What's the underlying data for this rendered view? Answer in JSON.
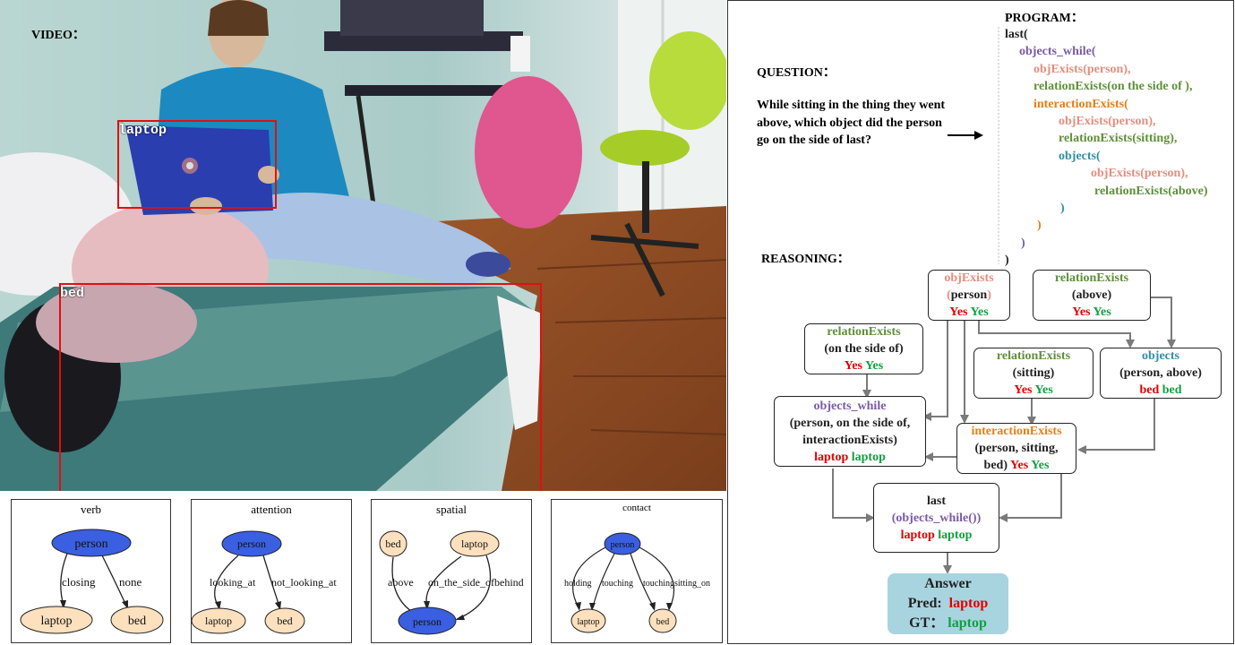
{
  "video": {
    "label": "VIDEO：",
    "boxes": [
      {
        "label": "laptop"
      },
      {
        "label": "bed"
      }
    ]
  },
  "question": {
    "label": "QUESTION：",
    "text": "While sitting in the thing they went above, which object did the person go on the side of last?"
  },
  "program": {
    "label": "PROGRAM：",
    "lines": [
      "last(",
      "objects_while(",
      "objExists(person),",
      "relationExists(on the side of ),",
      "interactionExists(",
      "objExists(person),",
      "relationExists(sitting),",
      "objects(",
      "objExists(person),",
      "relationExists(above)",
      ")",
      ")",
      ")",
      ")"
    ]
  },
  "reasoning": {
    "label": "REASONING：",
    "nodes": {
      "obj_exists": {
        "name": "objExists",
        "args": "(person)",
        "pred": "Yes",
        "gt": "Yes"
      },
      "rel_above": {
        "name": "relationExists",
        "args": "(above)",
        "pred": "Yes",
        "gt": "Yes"
      },
      "rel_side": {
        "name": "relationExists",
        "args": "(on the side of)",
        "pred": "Yes",
        "gt": "Yes"
      },
      "rel_sitting": {
        "name": "relationExists",
        "args": "(sitting)",
        "pred": "Yes",
        "gt": "Yes"
      },
      "objects": {
        "name": "objects",
        "args": "(person, above)",
        "pred": "bed",
        "gt": "bed"
      },
      "objects_while": {
        "name": "objects_while",
        "args1": "(person, on the side of,",
        "args2": "interactionExists)",
        "pred": "laptop",
        "gt": "laptop"
      },
      "interaction": {
        "name": "interactionExists",
        "args1": "(person, sitting,",
        "args2": "bed)",
        "pred": "Yes",
        "gt": "Yes"
      },
      "last": {
        "name": "last",
        "args": "(objects_while())",
        "pred": "laptop",
        "gt": "laptop"
      }
    },
    "answer": {
      "title": "Answer",
      "pred_label": "Pred:",
      "pred_value": "laptop",
      "gt_label": "GT：",
      "gt_value": "laptop"
    }
  },
  "scene_graphs": [
    {
      "title": "verb",
      "subject": "person",
      "edges": [
        "closing",
        "none"
      ],
      "objects": [
        "laptop",
        "bed"
      ]
    },
    {
      "title": "attention",
      "subject": "person",
      "edges": [
        "looking_at",
        "not_looking_at"
      ],
      "objects": [
        "laptop",
        "bed"
      ]
    },
    {
      "title": "spatial",
      "nodes": [
        "bed",
        "laptop",
        "person"
      ],
      "edges": [
        "above",
        "on_the_side_of",
        "behind"
      ]
    },
    {
      "title": "contact",
      "subject": "person",
      "edges": [
        "holding",
        "touching",
        "touching",
        "sitting_on"
      ],
      "objects": [
        "laptop",
        "bed"
      ]
    }
  ],
  "colors": {
    "objExists": "#e28f7e",
    "relationExists": "#5f8f3a",
    "interactionExists": "#e67e1a",
    "objects": "#2f8fa6",
    "objects_while": "#7b5aa6",
    "pred": "#e00000",
    "gt": "#10a040",
    "answer_bg": "#a8d4e0",
    "person_node": "#3a5fe0",
    "object_node": "#fde0bd"
  }
}
